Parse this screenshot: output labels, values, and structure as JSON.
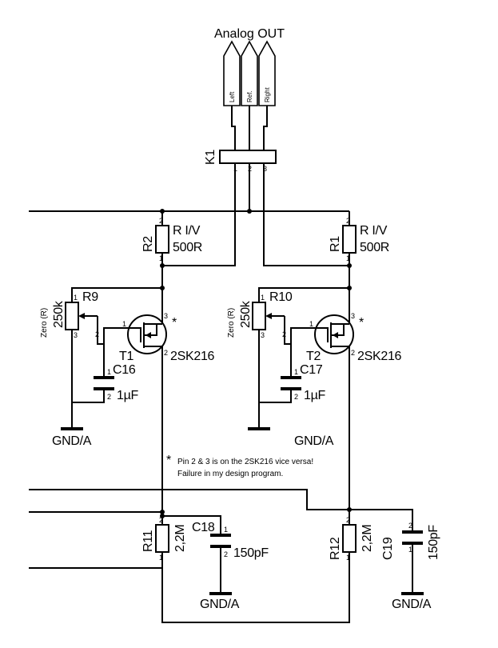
{
  "title": "Analog OUT",
  "connector": {
    "ref": "K1",
    "pins": [
      "1",
      "2",
      "3"
    ],
    "outputs": [
      "Left",
      "Ref.",
      "Right"
    ]
  },
  "resistors": {
    "r2": {
      "ref": "R2",
      "name": "R I/V",
      "value": "500R",
      "pin_top": "2",
      "pin_bottom": "1"
    },
    "r1": {
      "ref": "R1",
      "name": "R I/V",
      "value": "500R",
      "pin_top": "2",
      "pin_bottom": "1"
    },
    "r11": {
      "ref": "R11",
      "value": "2,2M",
      "pin_top": "2",
      "pin_bottom": "1"
    },
    "r12": {
      "ref": "R12",
      "value": "2,2M",
      "pin_top": "2",
      "pin_bottom": "1"
    }
  },
  "pots": {
    "r9": {
      "ref": "R9",
      "value": "250k",
      "label": "Zero (R)",
      "pins": [
        "1",
        "2",
        "3"
      ]
    },
    "r10": {
      "ref": "R10",
      "value": "250k",
      "label": "Zero (R)",
      "pins": [
        "1",
        "2",
        "3"
      ]
    }
  },
  "transistors": {
    "t1": {
      "ref": "T1",
      "type": "2SK216",
      "mark": "*",
      "pins": [
        "1",
        "2",
        "3"
      ]
    },
    "t2": {
      "ref": "T2",
      "type": "2SK216",
      "mark": "*",
      "pins": [
        "1",
        "2",
        "3"
      ]
    }
  },
  "capacitors": {
    "c16": {
      "ref": "C16",
      "value": "1µF",
      "pin_top": "1",
      "pin_bottom": "2"
    },
    "c17": {
      "ref": "C17",
      "value": "1µF",
      "pin_top": "1",
      "pin_bottom": "2"
    },
    "c18": {
      "ref": "C18",
      "value": "150pF",
      "pin_top": "1",
      "pin_bottom": "2"
    },
    "c19": {
      "ref": "C19",
      "value": "150pF",
      "pin_top": "2",
      "pin_bottom": "1"
    }
  },
  "grounds": [
    "GND/A",
    "GND/A",
    "GND/A",
    "GND/A"
  ],
  "note": {
    "mark": "*",
    "line1": "Pin 2 & 3 is on the 2SK216 vice versa!",
    "line2": "Failure in my design program."
  }
}
